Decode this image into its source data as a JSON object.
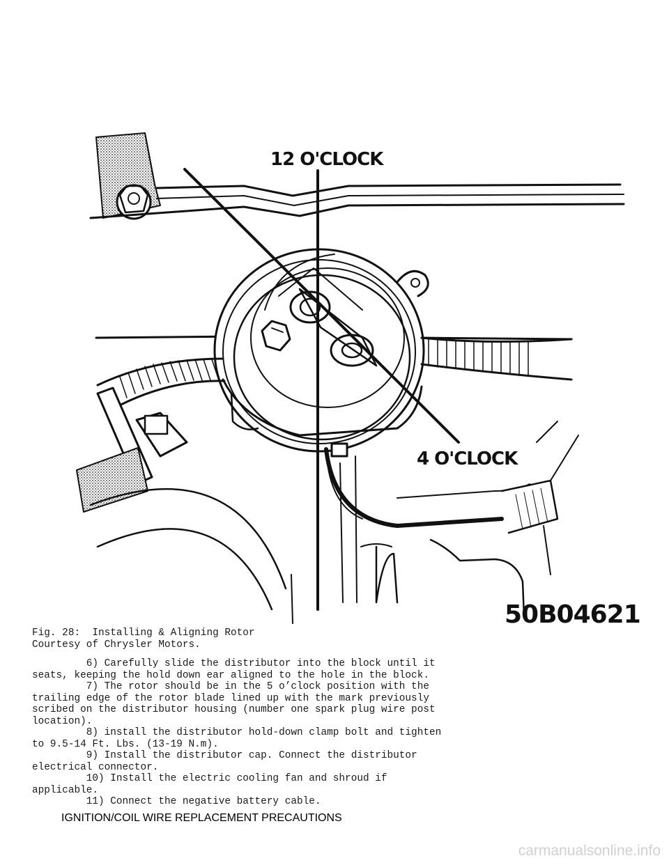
{
  "figure": {
    "label_top": "12 O'CLOCK",
    "label_right": "4 O'CLOCK",
    "code": "50B04621"
  },
  "caption": {
    "line1": "Fig. 28:  Installing & Aligning Rotor",
    "line2": "Courtesy of Chrysler Motors."
  },
  "steps": [
    "         6) Carefully slide the distributor into the block until it\nseats, keeping the hold down ear aligned to the hole in the block.",
    "         7) The rotor should be in the 5 o’clock position with the\ntrailing edge of the rotor blade lined up with the mark previously\nscribed on the distributor housing (number one spark plug wire post\nlocation).",
    "         8) install the distributor hold-down clamp bolt and tighten\nto 9.5-14 Ft. Lbs. (13-19 N.m).",
    "         9) Install the distributor cap. Connect the distributor\nelectrical connector.",
    "         10) Install the electric cooling fan and shroud if\napplicable.",
    "         11) Connect the negative battery cable."
  ],
  "section_heading": "IGNITION/COIL WIRE REPLACEMENT PRECAUTIONS",
  "watermark": "carmanualsonline.info"
}
